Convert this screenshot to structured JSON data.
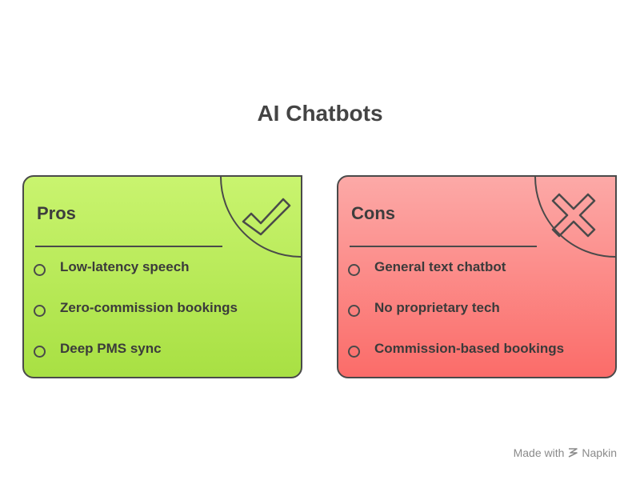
{
  "title": "AI Chatbots",
  "pros": {
    "heading": "Pros",
    "icon": "checkmark-icon",
    "color_top": "#c9f46f",
    "color_bottom": "#a8e043",
    "items": [
      "Low-latency speech",
      "Zero-commission bookings",
      "Deep PMS sync"
    ]
  },
  "cons": {
    "heading": "Cons",
    "icon": "cross-icon",
    "color_top": "#fca9a7",
    "color_bottom": "#fb6c69",
    "items": [
      "General text chatbot",
      "No proprietary tech",
      "Commission-based bookings"
    ]
  },
  "footer": {
    "made_with": "Made with",
    "brand": "Napkin"
  }
}
